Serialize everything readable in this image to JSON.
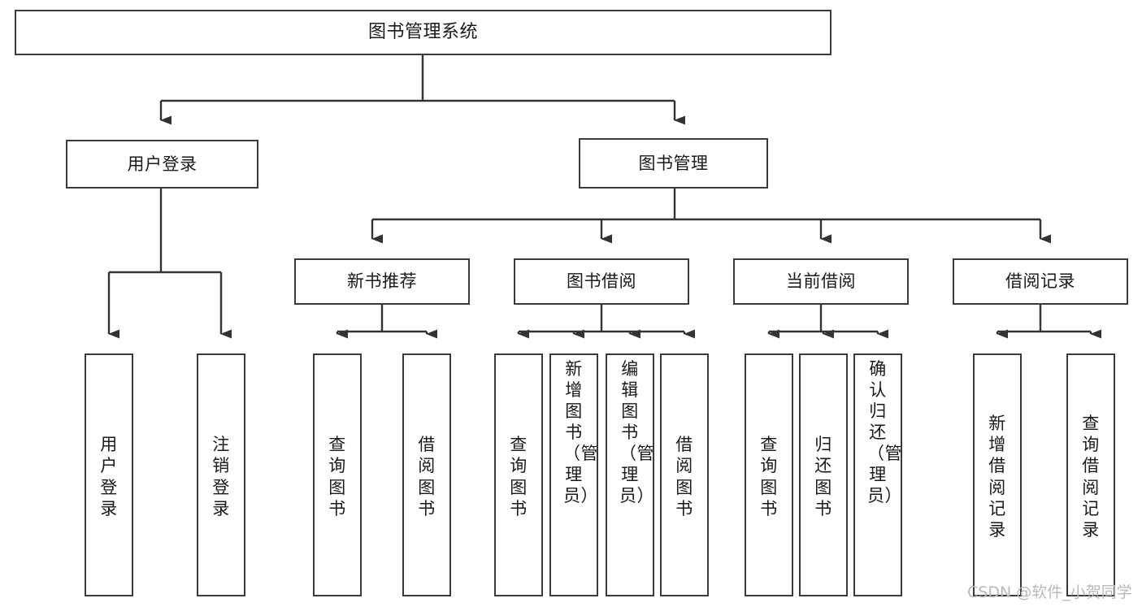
{
  "diagram": {
    "title": "图书管理系统",
    "type": "tree",
    "root": {
      "id": "root",
      "label": "图书管理系统",
      "orientation": "horizontal"
    },
    "level1": [
      {
        "id": "user-login",
        "label": "用户登录",
        "orientation": "horizontal"
      },
      {
        "id": "book-manage",
        "label": "图书管理",
        "orientation": "horizontal"
      }
    ],
    "level2": [
      {
        "id": "new-book-recommend",
        "label": "新书推荐",
        "orientation": "horizontal",
        "parent": "book-manage"
      },
      {
        "id": "book-borrow",
        "label": "图书借阅",
        "orientation": "horizontal",
        "parent": "book-manage"
      },
      {
        "id": "current-borrow",
        "label": "当前借阅",
        "orientation": "horizontal",
        "parent": "book-manage"
      },
      {
        "id": "borrow-record",
        "label": "借阅记录",
        "orientation": "horizontal",
        "parent": "book-manage"
      }
    ],
    "leaves": {
      "user_login": [
        {
          "id": "leaf-user-login",
          "label": "用户登录",
          "orientation": "vertical"
        },
        {
          "id": "leaf-logout",
          "label": "注销登录",
          "orientation": "vertical"
        }
      ],
      "new_book_recommend": [
        {
          "id": "leaf-query-book-1",
          "label": "查询图书",
          "orientation": "vertical"
        },
        {
          "id": "leaf-borrow-book-1",
          "label": "借阅图书",
          "orientation": "vertical"
        }
      ],
      "book_borrow": [
        {
          "id": "leaf-query-book-2",
          "label": "查询图书",
          "orientation": "vertical"
        },
        {
          "id": "leaf-add-book",
          "label": "新增图书（管理员）",
          "orientation": "vertical"
        },
        {
          "id": "leaf-edit-book",
          "label": "编辑图书（管理员）",
          "orientation": "vertical"
        },
        {
          "id": "leaf-borrow-book-2",
          "label": "借阅图书",
          "orientation": "vertical"
        }
      ],
      "current_borrow": [
        {
          "id": "leaf-query-book-3",
          "label": "查询图书",
          "orientation": "vertical"
        },
        {
          "id": "leaf-return-book",
          "label": "归还图书",
          "orientation": "vertical"
        },
        {
          "id": "leaf-confirm-return",
          "label": "确认归还（管理员）",
          "orientation": "vertical"
        }
      ],
      "borrow_record": [
        {
          "id": "leaf-add-record",
          "label": "新增借阅记录",
          "orientation": "vertical"
        },
        {
          "id": "leaf-query-record",
          "label": "查询借阅记录",
          "orientation": "vertical"
        }
      ]
    },
    "colors": {
      "box_border": "#3a3a3a",
      "box_fill": "#ffffff",
      "edge": "#333333",
      "text": "#1a1a1a",
      "watermark": "#b9b9b9",
      "background": "#ffffff"
    }
  },
  "watermark": {
    "text": "CSDN @软件_小贺同学"
  }
}
